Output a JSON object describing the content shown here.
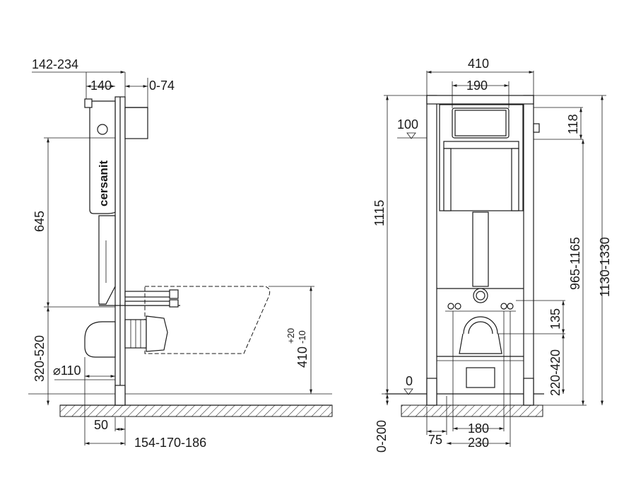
{
  "side_view": {
    "brand_label": "cersanit",
    "dims": {
      "depth_range": "142-234",
      "depth": "140",
      "offset": "0-74",
      "height_645": "645",
      "height_320_520": "320-520",
      "pipe_diameter": "⌀110",
      "bottom_50": "50",
      "bottom_range": "154-170-186",
      "bowl_height_value": "410",
      "bowl_height_upper": "+20",
      "bowl_height_lower": "-10"
    }
  },
  "front_view": {
    "dims": {
      "width": "410",
      "inner_width": "190",
      "level_100": "100",
      "level_118": "118",
      "height_1115": "1115",
      "height_965_1165": "965-1165",
      "height_1130_1330": "1130-1330",
      "dim_135": "135",
      "dim_220_420": "220-420",
      "zero_level": "0",
      "foot_0_200": "0-200",
      "foot_75": "75",
      "span_180": "180",
      "span_230": "230"
    }
  }
}
